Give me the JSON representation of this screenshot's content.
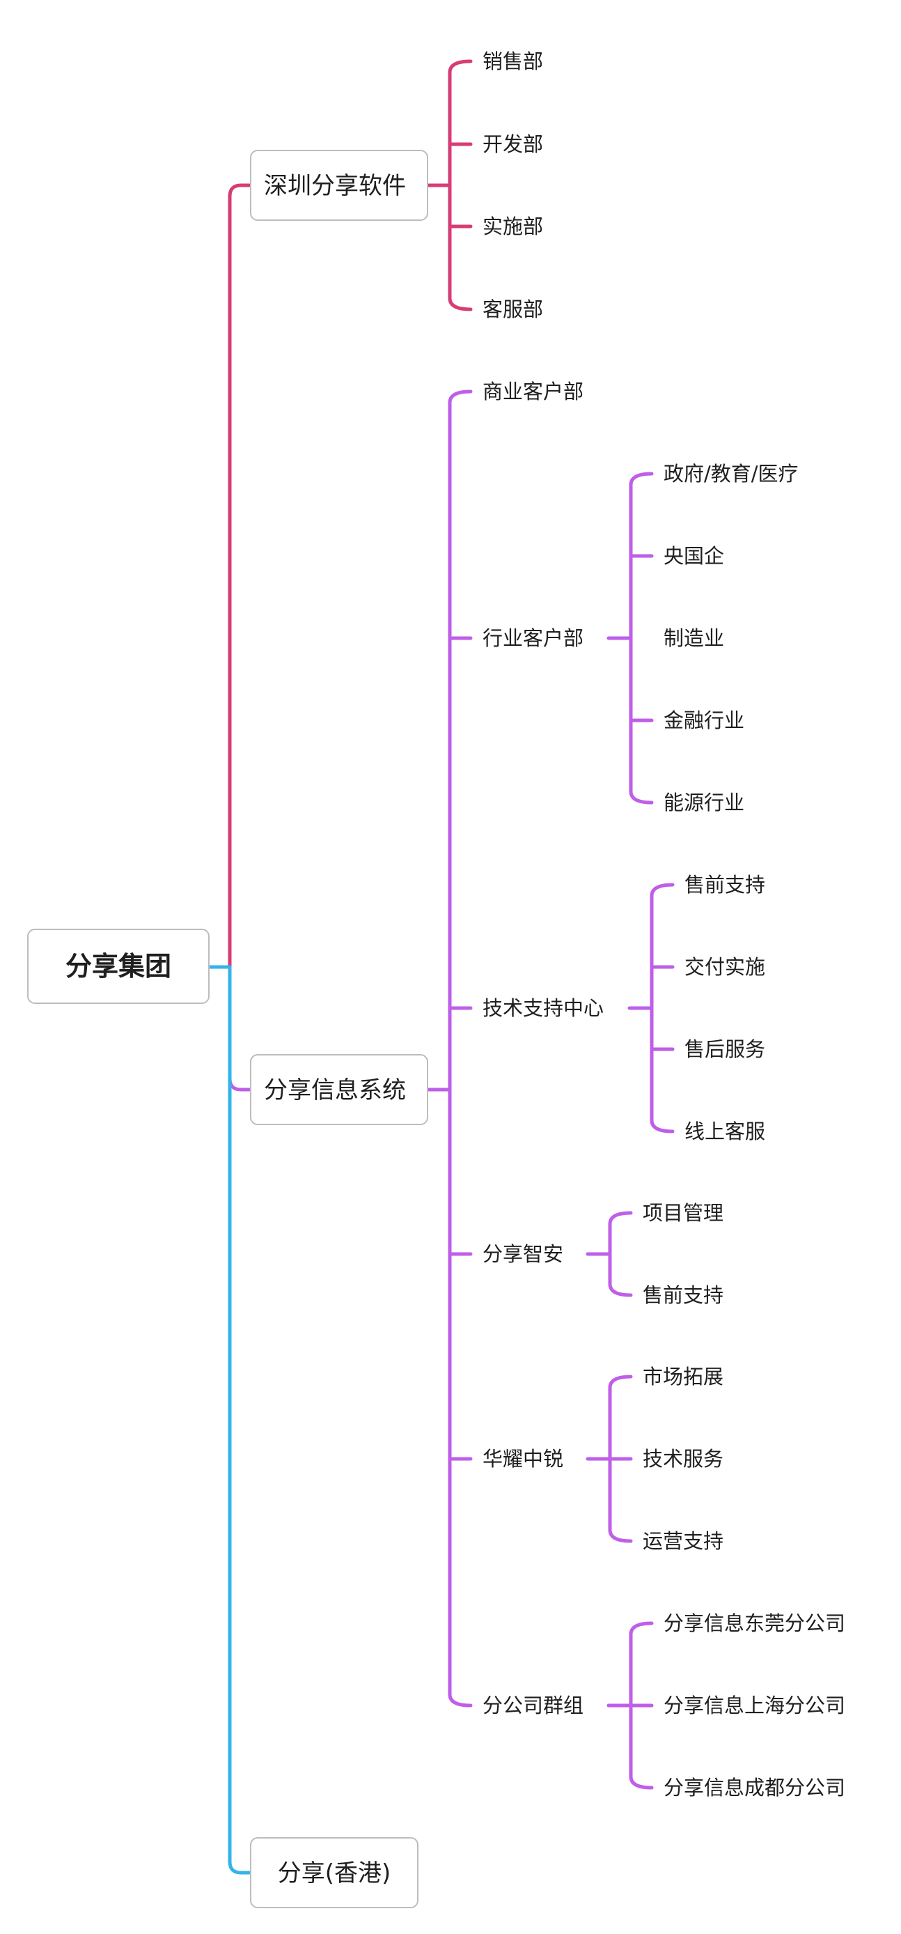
{
  "colors": {
    "branch_shenzhen": "#d63d74",
    "branch_info": "#bf5ee8",
    "branch_hk": "#33b4ea",
    "box_border": "#bdbdbd",
    "text": "#1f1f1f"
  },
  "root": {
    "label": "分享集团"
  },
  "shenzhen": {
    "label": "深圳分享软件",
    "children": [
      "销售部",
      "开发部",
      "实施部",
      "客服部"
    ]
  },
  "info": {
    "label": "分享信息系统",
    "children": [
      {
        "label": "商业客户部"
      },
      {
        "label": "行业客户部",
        "children": [
          "政府/教育/医疗",
          "央国企",
          "制造业",
          "金融行业",
          "能源行业"
        ]
      },
      {
        "label": "技术支持中心",
        "children": [
          "售前支持",
          "交付实施",
          "售后服务",
          "线上客服"
        ]
      },
      {
        "label": "分享智安",
        "children": [
          "项目管理",
          "售前支持"
        ]
      },
      {
        "label": "华耀中锐",
        "children": [
          "市场拓展",
          "技术服务",
          "运营支持"
        ]
      },
      {
        "label": "分公司群组",
        "children": [
          "分享信息东莞分公司",
          "分享信息上海分公司",
          "分享信息成都分公司"
        ]
      }
    ]
  },
  "hk": {
    "label": "分享(香港)"
  }
}
